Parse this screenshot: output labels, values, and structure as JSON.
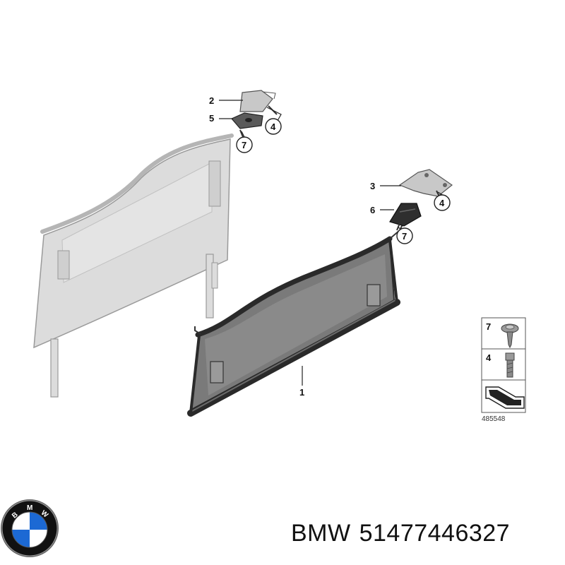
{
  "parts": [
    {
      "number": "1"
    },
    {
      "number": "2"
    },
    {
      "number": "3"
    },
    {
      "number": "4"
    },
    {
      "number": "5"
    },
    {
      "number": "6"
    },
    {
      "number": "7"
    }
  ],
  "legend": {
    "items": [
      {
        "number": "7",
        "icon": "screw-washer-icon"
      },
      {
        "number": "4",
        "icon": "hex-bolt-icon"
      }
    ],
    "diagram_code": "485548"
  },
  "logo": {
    "brand": "BMW",
    "letters": [
      "B",
      "M",
      "W"
    ],
    "colors": {
      "blue": "#1c69d4",
      "black": "#111111",
      "white": "#ffffff"
    }
  },
  "footer": {
    "brand": "BMW",
    "part_number": "51477446327"
  },
  "colors": {
    "ghost_panel": "#d9d9d9",
    "ghost_outline": "#9a9a9a",
    "main_frame": "#3a3a3a",
    "main_fill": "#6d6d6d",
    "bracket": "#c8c8c8"
  }
}
